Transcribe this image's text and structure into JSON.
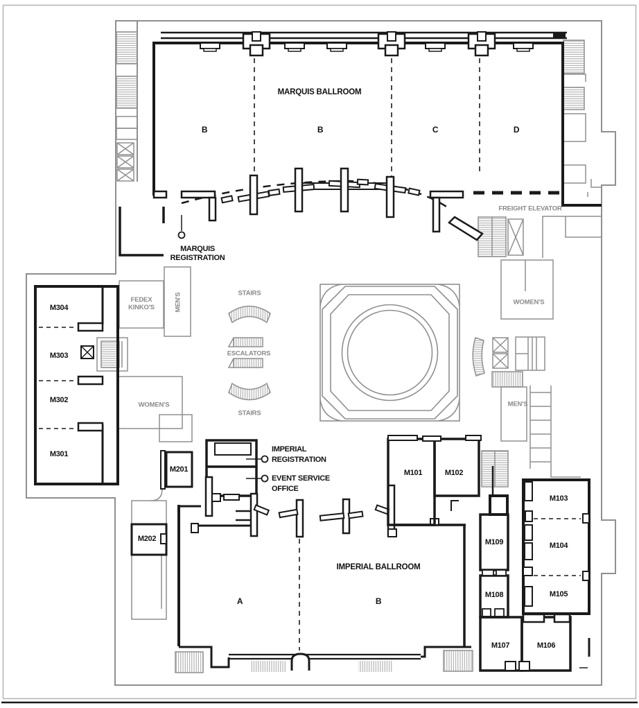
{
  "colors": {
    "wall_black": "#1a1a1a",
    "back_of_house_gray": "#8f8f8f",
    "label_black": "#111111",
    "label_gray": "#8a8a8a",
    "background": "#ffffff"
  },
  "marquis": {
    "title": "MARQUIS BALLROOM",
    "sections": [
      "B",
      "B",
      "C",
      "D"
    ],
    "registration_line1": "MARQUIS",
    "registration_line2": "REGISTRATION"
  },
  "imperial": {
    "title": "IMPERIAL BALLROOM",
    "sections": [
      "A",
      "B"
    ],
    "registration_line1": "IMPERIAL",
    "registration_line2": "REGISTRATION",
    "event_service_line1": "EVENT SERVICE",
    "event_service_line2": "OFFICE"
  },
  "rooms": {
    "m101": "M101",
    "m102": "M102",
    "m103": "M103",
    "m104": "M104",
    "m105": "M105",
    "m106": "M106",
    "m107": "M107",
    "m108": "M108",
    "m109": "M109",
    "m201": "M201",
    "m202": "M202",
    "m301": "M301",
    "m302": "M302",
    "m303": "M303",
    "m304": "M304"
  },
  "facilities": {
    "freight_elevator": "FREIGHT ELEVATOR",
    "fedex_line1": "FEDEX",
    "fedex_line2": "KINKO'S",
    "mens_left": "MEN'S",
    "womens_left": "WOMEN'S",
    "womens_right": "WOMEN'S",
    "mens_right": "MEN'S",
    "stairs_top": "STAIRS",
    "escalators": "ESCALATORS",
    "stairs_bottom": "STAIRS"
  }
}
